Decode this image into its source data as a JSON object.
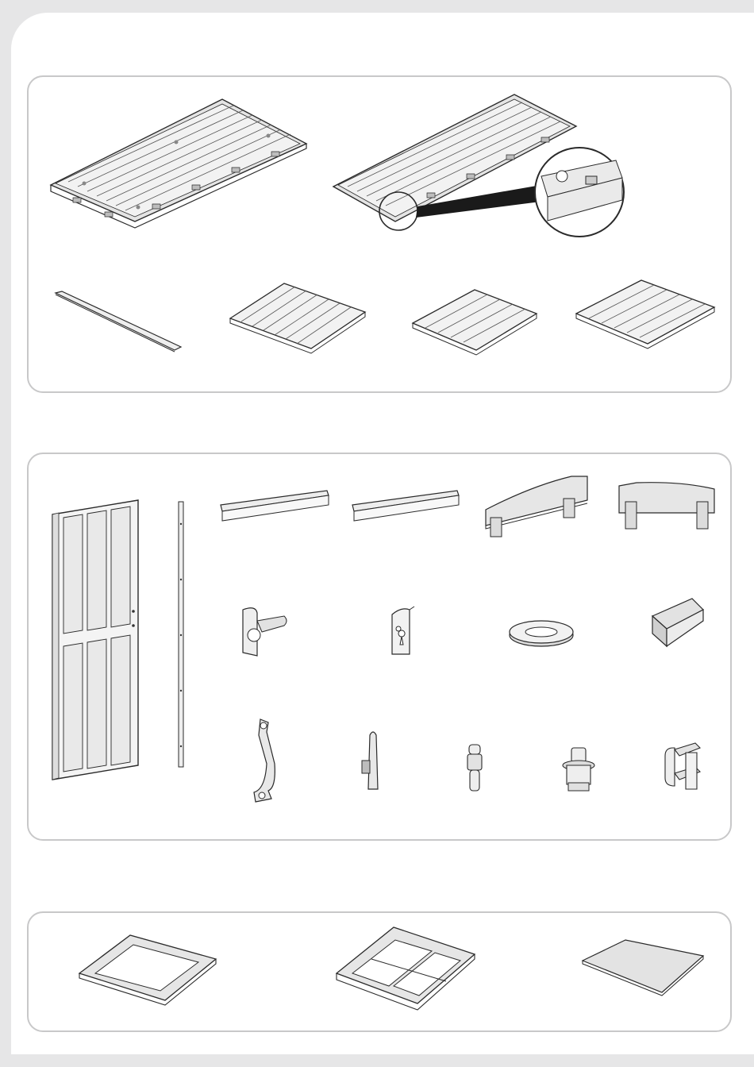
{
  "page": {
    "colors": {
      "background": "#e6e6e7",
      "sheet": "#ffffff",
      "panel_border": "#c8c8c9",
      "part_fill": "#f0f0f0",
      "part_shade": "#cfcfcf",
      "line": "#2a2a2a"
    }
  },
  "panels": [
    {
      "name": "floor-panels",
      "parts": [
        "large-floor-panel-icon",
        "large-floor-panel-with-detail-icon",
        "magnified-detail-icon",
        "flat-strip-icon",
        "small-floor-panel-a-icon",
        "small-floor-panel-b-icon",
        "small-floor-panel-c-icon"
      ]
    },
    {
      "name": "door-and-hardware",
      "parts": [
        "door-panel-icon",
        "hinge-rod-icon",
        "top-rail-a-icon",
        "top-rail-b-icon",
        "arched-header-a-icon",
        "arched-header-b-icon",
        "latch-bracket-icon",
        "keyhole-plate-icon",
        "washer-ring-icon",
        "wedge-block-icon",
        "door-handle-icon",
        "lock-bolt-icon",
        "pin-peg-icon",
        "cap-plug-icon",
        "hinge-clip-icon"
      ]
    },
    {
      "name": "window-parts",
      "parts": [
        "window-frame-icon",
        "window-sash-icon",
        "window-pane-icon"
      ]
    }
  ]
}
